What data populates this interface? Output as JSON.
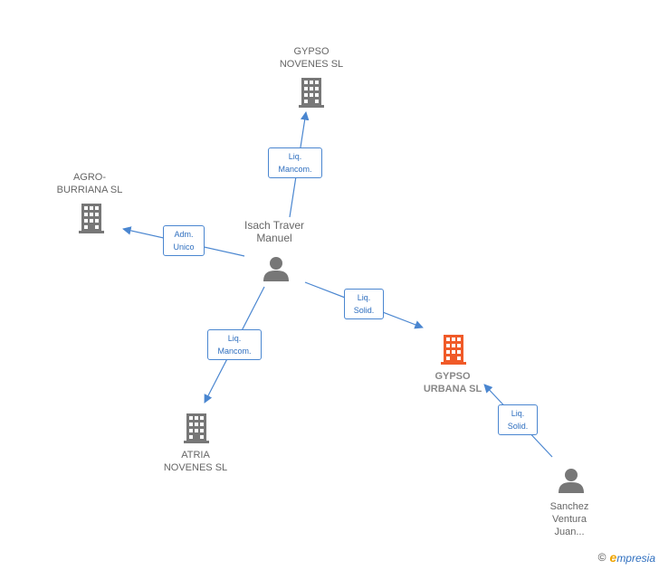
{
  "nodes": {
    "gypso_novenes": {
      "label": "GYPSO\nNOVENES SL",
      "type": "company"
    },
    "agro_burriana": {
      "label": "AGRO-\nBURRIANA SL",
      "type": "company"
    },
    "isach_traver": {
      "label": "Isach Traver\nManuel",
      "type": "person"
    },
    "gypso_urbana": {
      "label": "GYPSO\nURBANA SL",
      "type": "company-focus"
    },
    "atria_novenes": {
      "label": "ATRIA\nNOVENES SL",
      "type": "company"
    },
    "sanchez_ventura": {
      "label": "Sanchez\nVentura\nJuan...",
      "type": "person"
    }
  },
  "edges": {
    "to_gypso_novenes": {
      "label": "Liq.\nMancom."
    },
    "to_agro_burriana": {
      "label": "Adm.\nUnico"
    },
    "to_gypso_urbana": {
      "label": "Liq.\nSolid."
    },
    "to_atria_novenes": {
      "label": "Liq.\nMancom."
    },
    "sanchez_to_gypso_urbana": {
      "label": "Liq.\nSolid."
    }
  },
  "colors": {
    "company": "#777777",
    "company_focus": "#f05a28",
    "person": "#777777",
    "edge": "#4a86d0"
  },
  "footer": {
    "copyright_symbol": "©",
    "brand_e": "e",
    "brand_rest": "mpresia"
  }
}
